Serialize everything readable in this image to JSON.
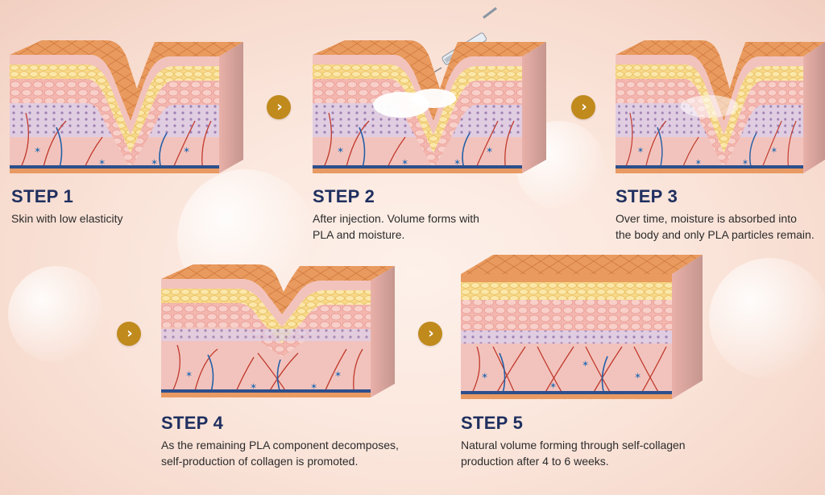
{
  "steps": [
    {
      "title": "STEP 1",
      "desc_line1": "Skin with low elasticity",
      "desc_line2": ""
    },
    {
      "title": "STEP 2",
      "desc_line1": "After injection. Volume forms with",
      "desc_line2": "PLA and moisture."
    },
    {
      "title": "STEP 3",
      "desc_line1": "Over time, moisture is absorbed into",
      "desc_line2": "the body and only PLA particles remain."
    },
    {
      "title": "STEP 4",
      "desc_line1": "As the remaining PLA component decomposes,",
      "desc_line2": "self-production of collagen is promoted."
    },
    {
      "title": "STEP 5",
      "desc_line1": "Natural volume forming through self-collagen",
      "desc_line2": "production after 4 to 6 weeks."
    }
  ],
  "colors": {
    "title": "#1f2f5f",
    "arrow": "#c08a1d",
    "epidermis_top": "#e6955a",
    "dermis": "#f4c9c4",
    "vessel_red": "#c0392b",
    "vessel_blue": "#2460a7",
    "star_cell": "#2f6fb3"
  },
  "icons": [
    "skin-block-illustration",
    "syringe-icon",
    "chevron-right-icon"
  ]
}
